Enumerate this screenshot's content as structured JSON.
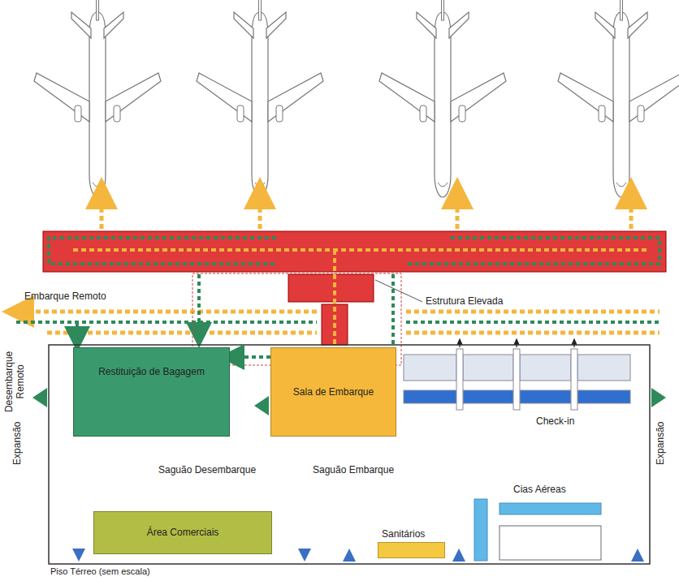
{
  "diagram": {
    "caption": "Piso Térreo (sem escala)",
    "nodes": [
      {
        "text": [
          "Restituição de Bagagem"
        ]
      },
      {
        "text": [
          "Sala de Embarque"
        ]
      },
      {
        "text": [
          "Área Comerciais"
        ]
      },
      {
        "text": [
          "Sanitários"
        ]
      }
    ],
    "edges": [
      {
        "from": 1,
        "to": 0,
        "arrow": "to"
      }
    ],
    "labels": [
      "Estrutura Elevada",
      "Embarque Remoto",
      "Desembarque Remoto",
      "Expansão",
      "Expansão",
      "Check-in",
      "Saguão Desembarque",
      "Saguão Embarque",
      "Cias Aéreas"
    ]
  }
}
